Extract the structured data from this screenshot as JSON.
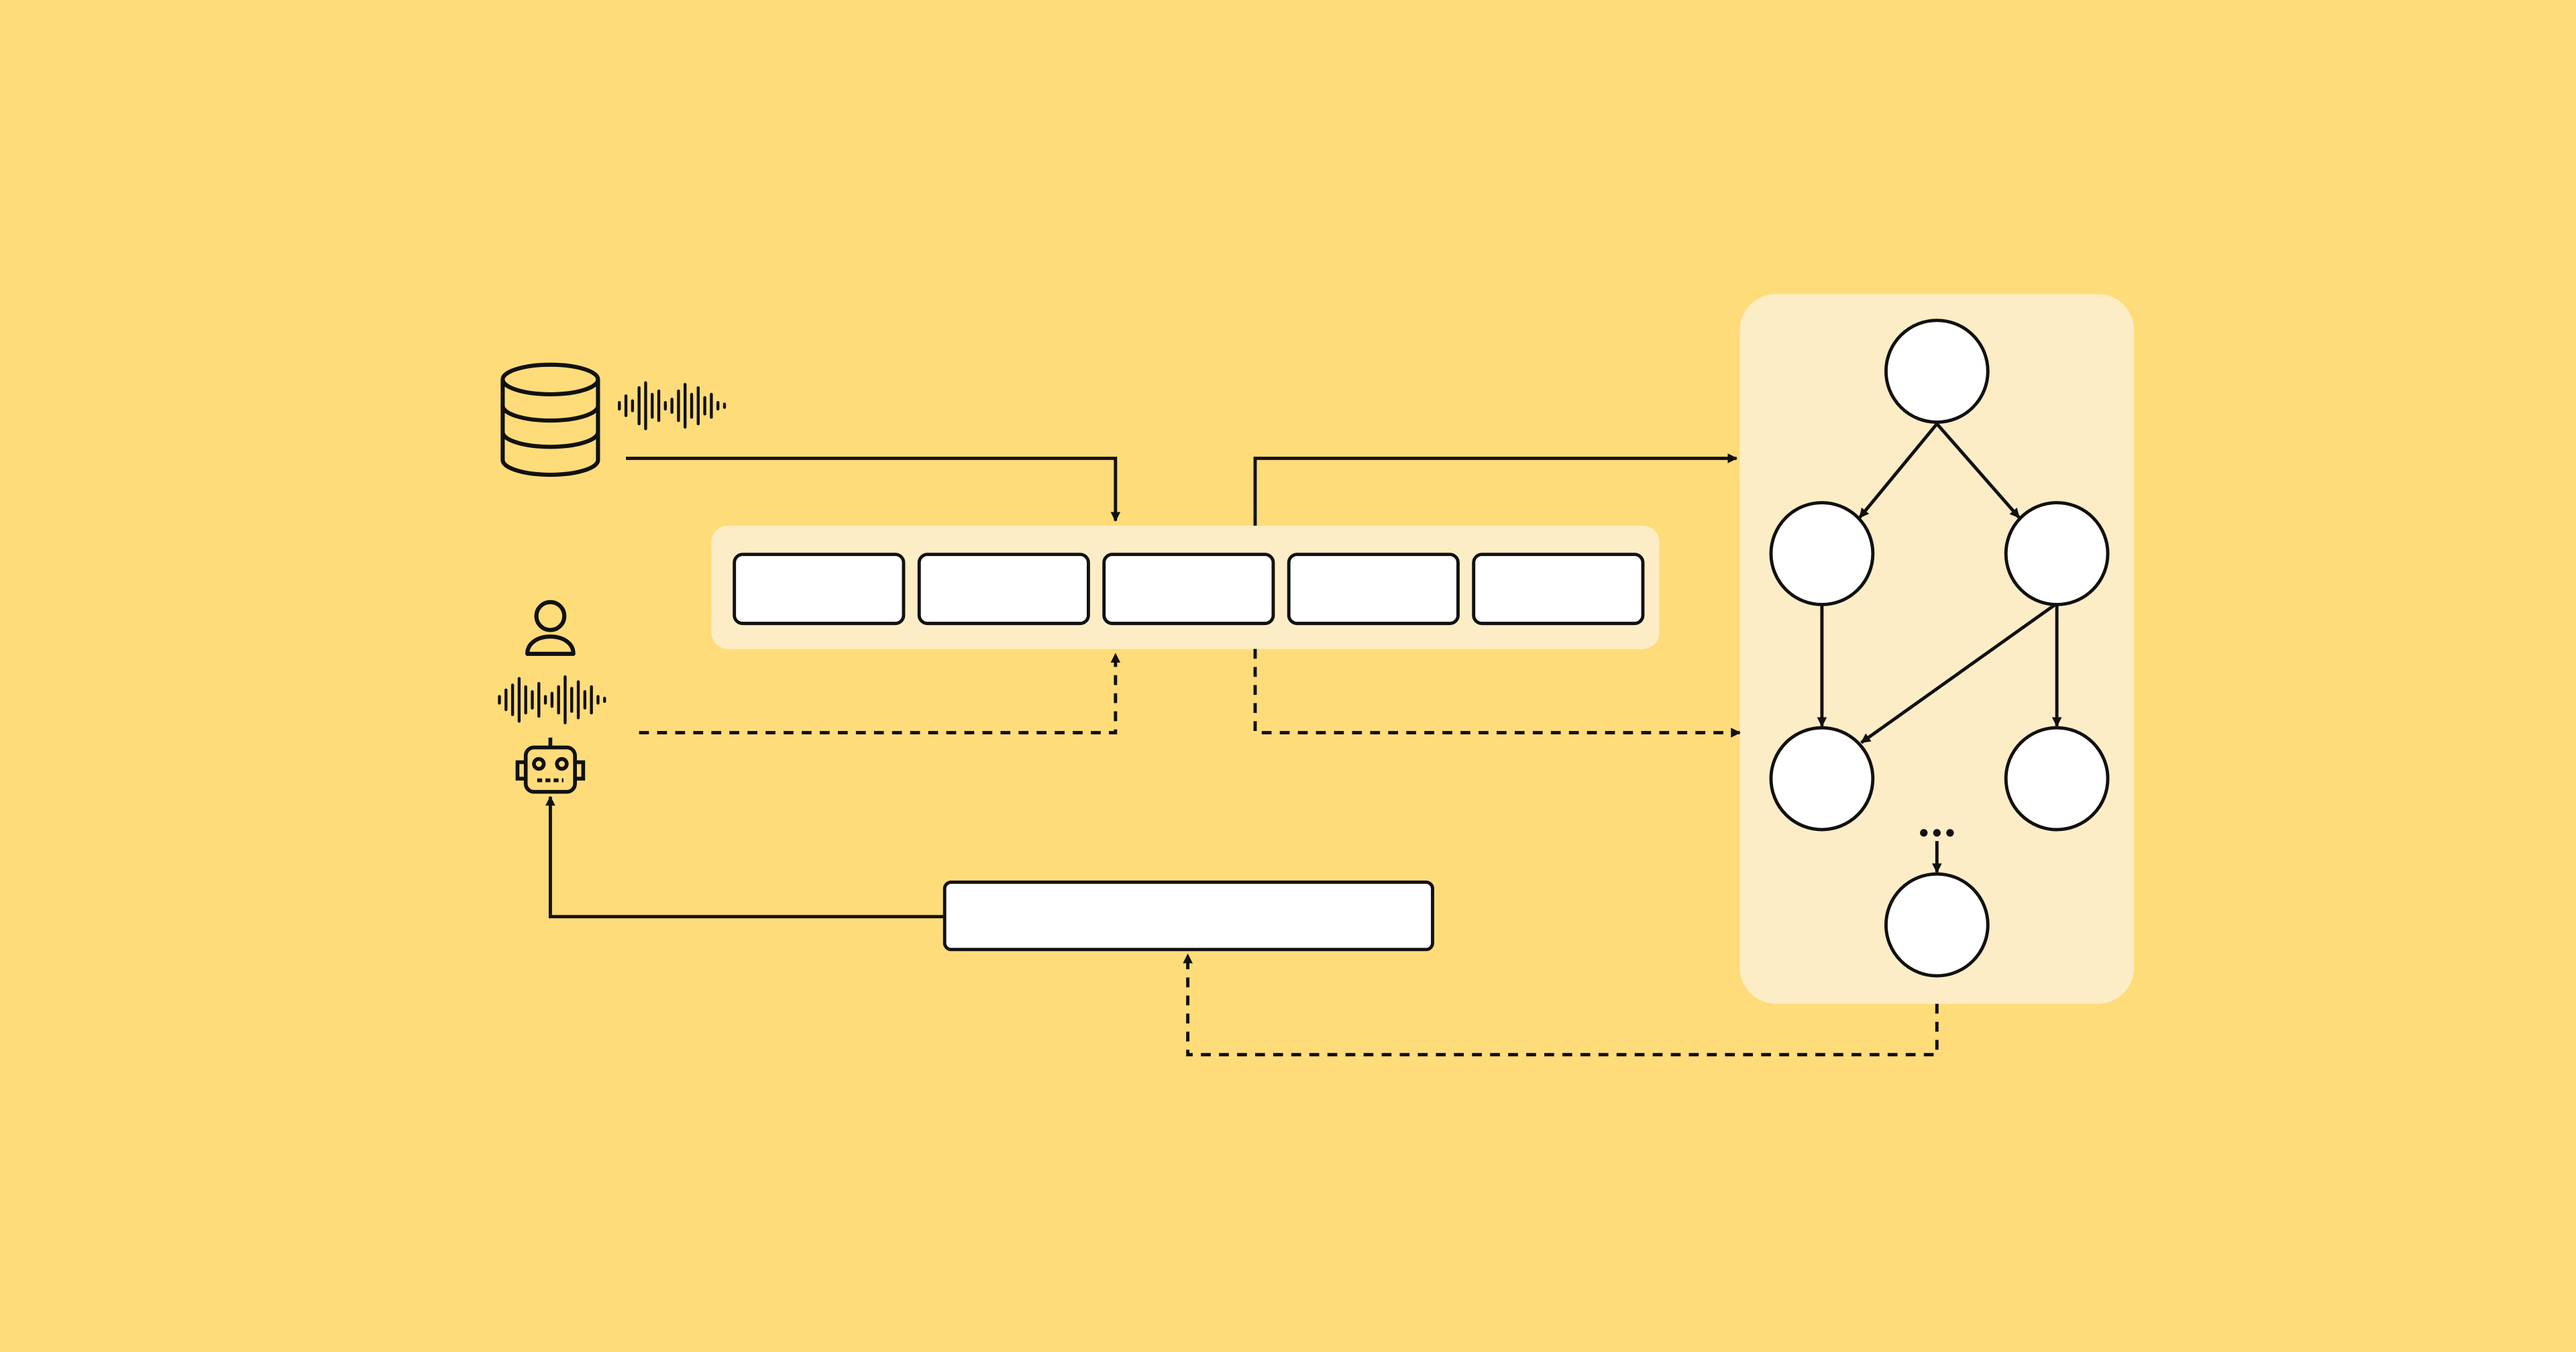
{
  "theme": {
    "background": "#FFDC7A",
    "panel": "#FDEDC6",
    "node_fill": "#FFFFFF",
    "stroke": "#111111"
  },
  "icons": {
    "database": "database-icon",
    "user": "user-icon",
    "robot": "robot-icon",
    "audio": "audio-waveform-icon"
  },
  "sequence": {
    "slot_count": 5
  },
  "graph": {
    "node_count": 6,
    "edges": [
      [
        "root",
        "left"
      ],
      [
        "root",
        "right"
      ],
      [
        "left",
        "bottom-left"
      ],
      [
        "right",
        "bottom-left"
      ],
      [
        "right",
        "bottom-right"
      ],
      [
        "ellipsis",
        "end"
      ]
    ]
  }
}
